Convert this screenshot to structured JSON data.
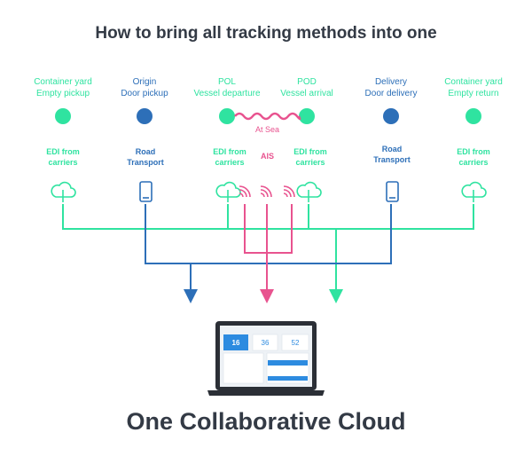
{
  "title": "How to bring all tracking methods into one",
  "footer": "One Collaborative Cloud",
  "colors": {
    "green": "#2fe3a0",
    "blue": "#2d6fb8",
    "pink": "#e8538f",
    "dark": "#333a45"
  },
  "milestones": [
    {
      "line1": "Container yard",
      "line2": "Empty pickup",
      "color": "green"
    },
    {
      "line1": "Origin",
      "line2": "Door pickup",
      "color": "blue"
    },
    {
      "line1": "POL",
      "line2": "Vessel departure",
      "color": "green"
    },
    {
      "line1": "POD",
      "line2": "Vessel arrival",
      "color": "green"
    },
    {
      "line1": "Delivery",
      "line2": "Door delivery",
      "color": "blue"
    },
    {
      "line1": "Container yard",
      "line2": "Empty return",
      "color": "green"
    }
  ],
  "sea_label": "At Sea",
  "methods": [
    {
      "line1": "EDI from",
      "line2": "carriers",
      "color": "green",
      "icon": "cloud-icon"
    },
    {
      "line1": "Road",
      "line2": "Transport",
      "color": "blue",
      "icon": "phone-icon"
    },
    {
      "line1": "EDI from",
      "line2": "carriers",
      "color": "green",
      "icon": "cloud-icon"
    },
    {
      "line1": "EDI from",
      "line2": "carriers",
      "color": "green",
      "icon": "cloud-icon"
    },
    {
      "line1": "Road",
      "line2": "Transport",
      "color": "blue",
      "icon": "phone-icon"
    },
    {
      "line1": "EDI from",
      "line2": "carriers",
      "color": "green",
      "icon": "cloud-icon"
    }
  ],
  "ais_label": "AIS",
  "dashboard": {
    "stat1": "16",
    "stat2": "36",
    "stat3": "52"
  }
}
